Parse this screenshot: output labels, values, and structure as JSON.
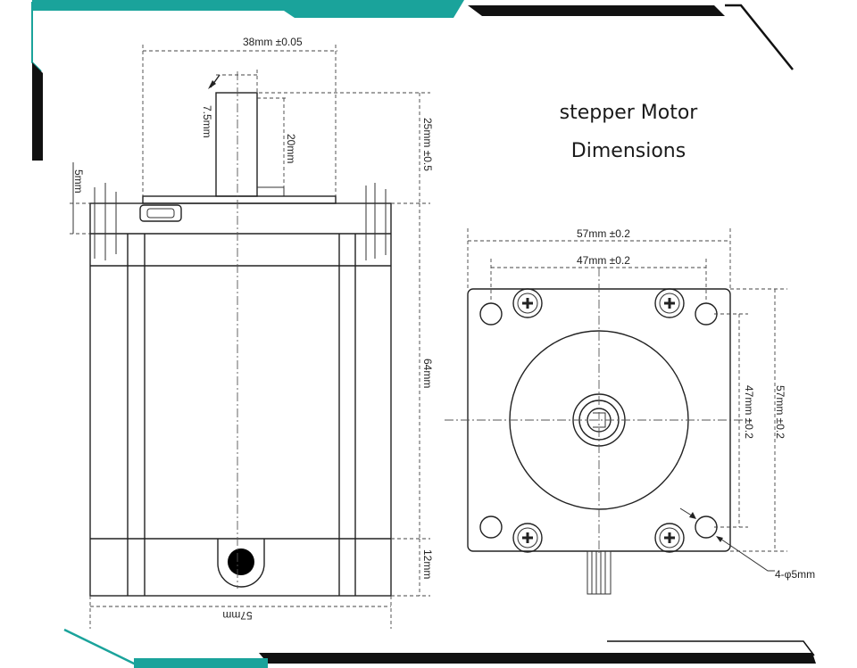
{
  "title": {
    "line1": "stepper Motor",
    "line2": "Dimensions"
  },
  "colors": {
    "frame_teal": "#1aa39b",
    "frame_dark": "#111111",
    "line": "#222222"
  },
  "side_view": {
    "shaft_span": "38mm ±0.05",
    "shaft_flat": "7.5mm",
    "shaft_length": "20mm",
    "shaft_total": "25mm ±0.5",
    "flange": "5mm",
    "body_length": "64mm",
    "rear_cap": "12mm",
    "body_width": "57mm"
  },
  "front_view": {
    "outer_width": "57mm  ±0.2",
    "hole_spacing": "47mm  ±0.2",
    "outer_height": "57mm  ±0.2",
    "hole_spacing_v": "47mm  ±0.2",
    "holes": "4-φ5mm"
  }
}
